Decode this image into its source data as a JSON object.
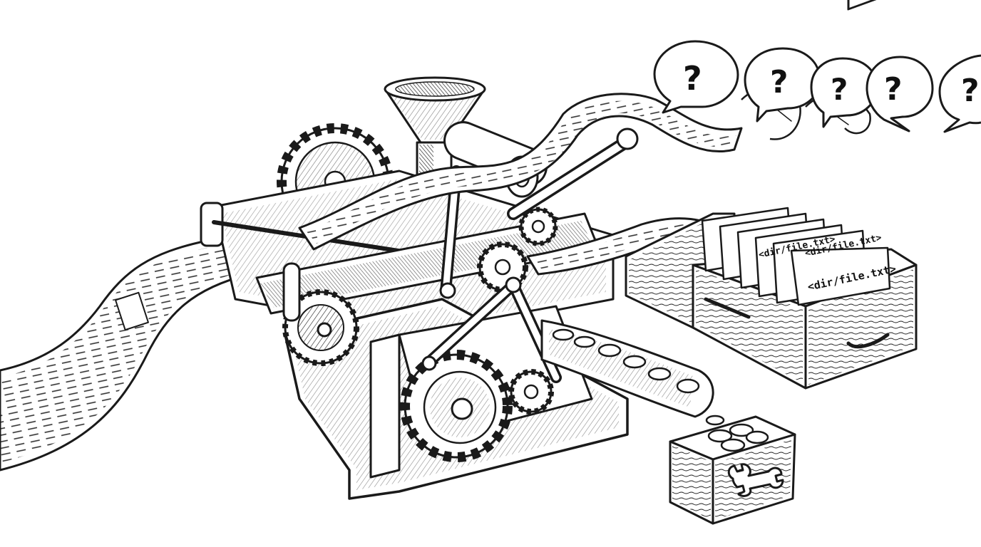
{
  "colors": {
    "ink": "#1a1a1a",
    "paper": "#ffffff"
  },
  "speech_bubbles": [
    {
      "text": "?"
    },
    {
      "text": "?"
    },
    {
      "text": "?"
    },
    {
      "text": "?"
    },
    {
      "text": "?"
    }
  ],
  "file_cards": {
    "front_label": "<dir/file.txt>",
    "back_labels": [
      "<dir/file.txt>",
      "<dir/file.txt>"
    ]
  },
  "icons": {
    "toolbox": "wrench-icon",
    "drawer": "drawer-handle-icon"
  }
}
